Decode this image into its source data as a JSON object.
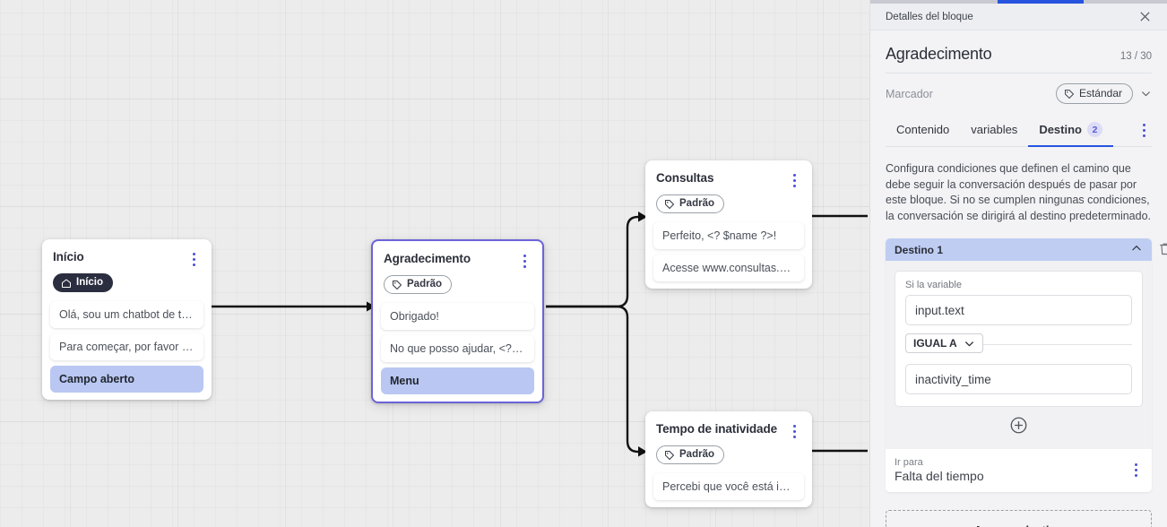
{
  "canvas": {
    "nodes": [
      {
        "id": "inicio",
        "title": "Início",
        "tag": "Início",
        "tag_icon": "home-icon",
        "selected": false,
        "messages": [
          {
            "text": "Olá, sou um chatbot de teste!",
            "highlight": false
          },
          {
            "text": "Para começar, por favor digite o ...",
            "highlight": false
          },
          {
            "text": "Campo aberto",
            "highlight": true
          }
        ]
      },
      {
        "id": "agradecimento",
        "title": "Agradecimento",
        "tag": "Padrão",
        "tag_icon": "tag-icon",
        "selected": true,
        "messages": [
          {
            "text": "Obrigado!",
            "highlight": false
          },
          {
            "text": "No que posso ajudar, <? $name ...",
            "highlight": false
          },
          {
            "text": "Menu",
            "highlight": true
          }
        ]
      },
      {
        "id": "consultas",
        "title": "Consultas",
        "tag": "Padrão",
        "tag_icon": "tag-icon",
        "selected": false,
        "messages": [
          {
            "text": "Perfeito, <? $name ?>!",
            "highlight": false
          },
          {
            "text": "Acesse www.consultas.com par...",
            "highlight": false
          }
        ]
      },
      {
        "id": "inatividade",
        "title": "Tempo de inatividade",
        "tag": "Padrão",
        "tag_icon": "tag-icon",
        "selected": false,
        "messages": [
          {
            "text": "Percebi que você está inativo. C...",
            "highlight": false
          }
        ]
      }
    ]
  },
  "panel": {
    "header_title": "Detalles del bloque",
    "close_icon": "close-icon",
    "block_title": "Agradecimento",
    "counter": "13 / 30",
    "marker_label": "Marcador",
    "marker_value": "Estándar",
    "marker_icon": "tag-icon",
    "tabs": [
      {
        "label": "Contenido",
        "active": false,
        "badge": ""
      },
      {
        "label": "variables",
        "active": false,
        "badge": ""
      },
      {
        "label": "Destino",
        "active": true,
        "badge": "2"
      }
    ],
    "description": "Configura condiciones que definen el camino que debe seguir la conversación después de pasar por este bloque. Si no se cumplen ningunas condiciones, la conversación se dirigirá al destino predeterminado.",
    "destination": {
      "header": "Destino 1",
      "collapse_icon": "chevron-up-icon",
      "delete_icon": "trash-icon",
      "condition_label": "Si la variable",
      "variable_value": "input.text",
      "operator": "IGUAL A",
      "operator_icon": "chevron-down-icon",
      "compare_value": "inactivity_time",
      "add_condition_icon": "plus-circle-icon",
      "goto_label": "Ir para",
      "goto_value": "Falta del tiempo",
      "goto_menu_icon": "kebab-icon"
    },
    "add_destination_label": "Agregar destino"
  },
  "colors": {
    "accent_blue": "#2754df",
    "badge_purple": "#5b5bd6",
    "dest_header": "#bfcdf2",
    "highlight": "#b9c7f2",
    "node_selected_border": "#6c63d8"
  }
}
